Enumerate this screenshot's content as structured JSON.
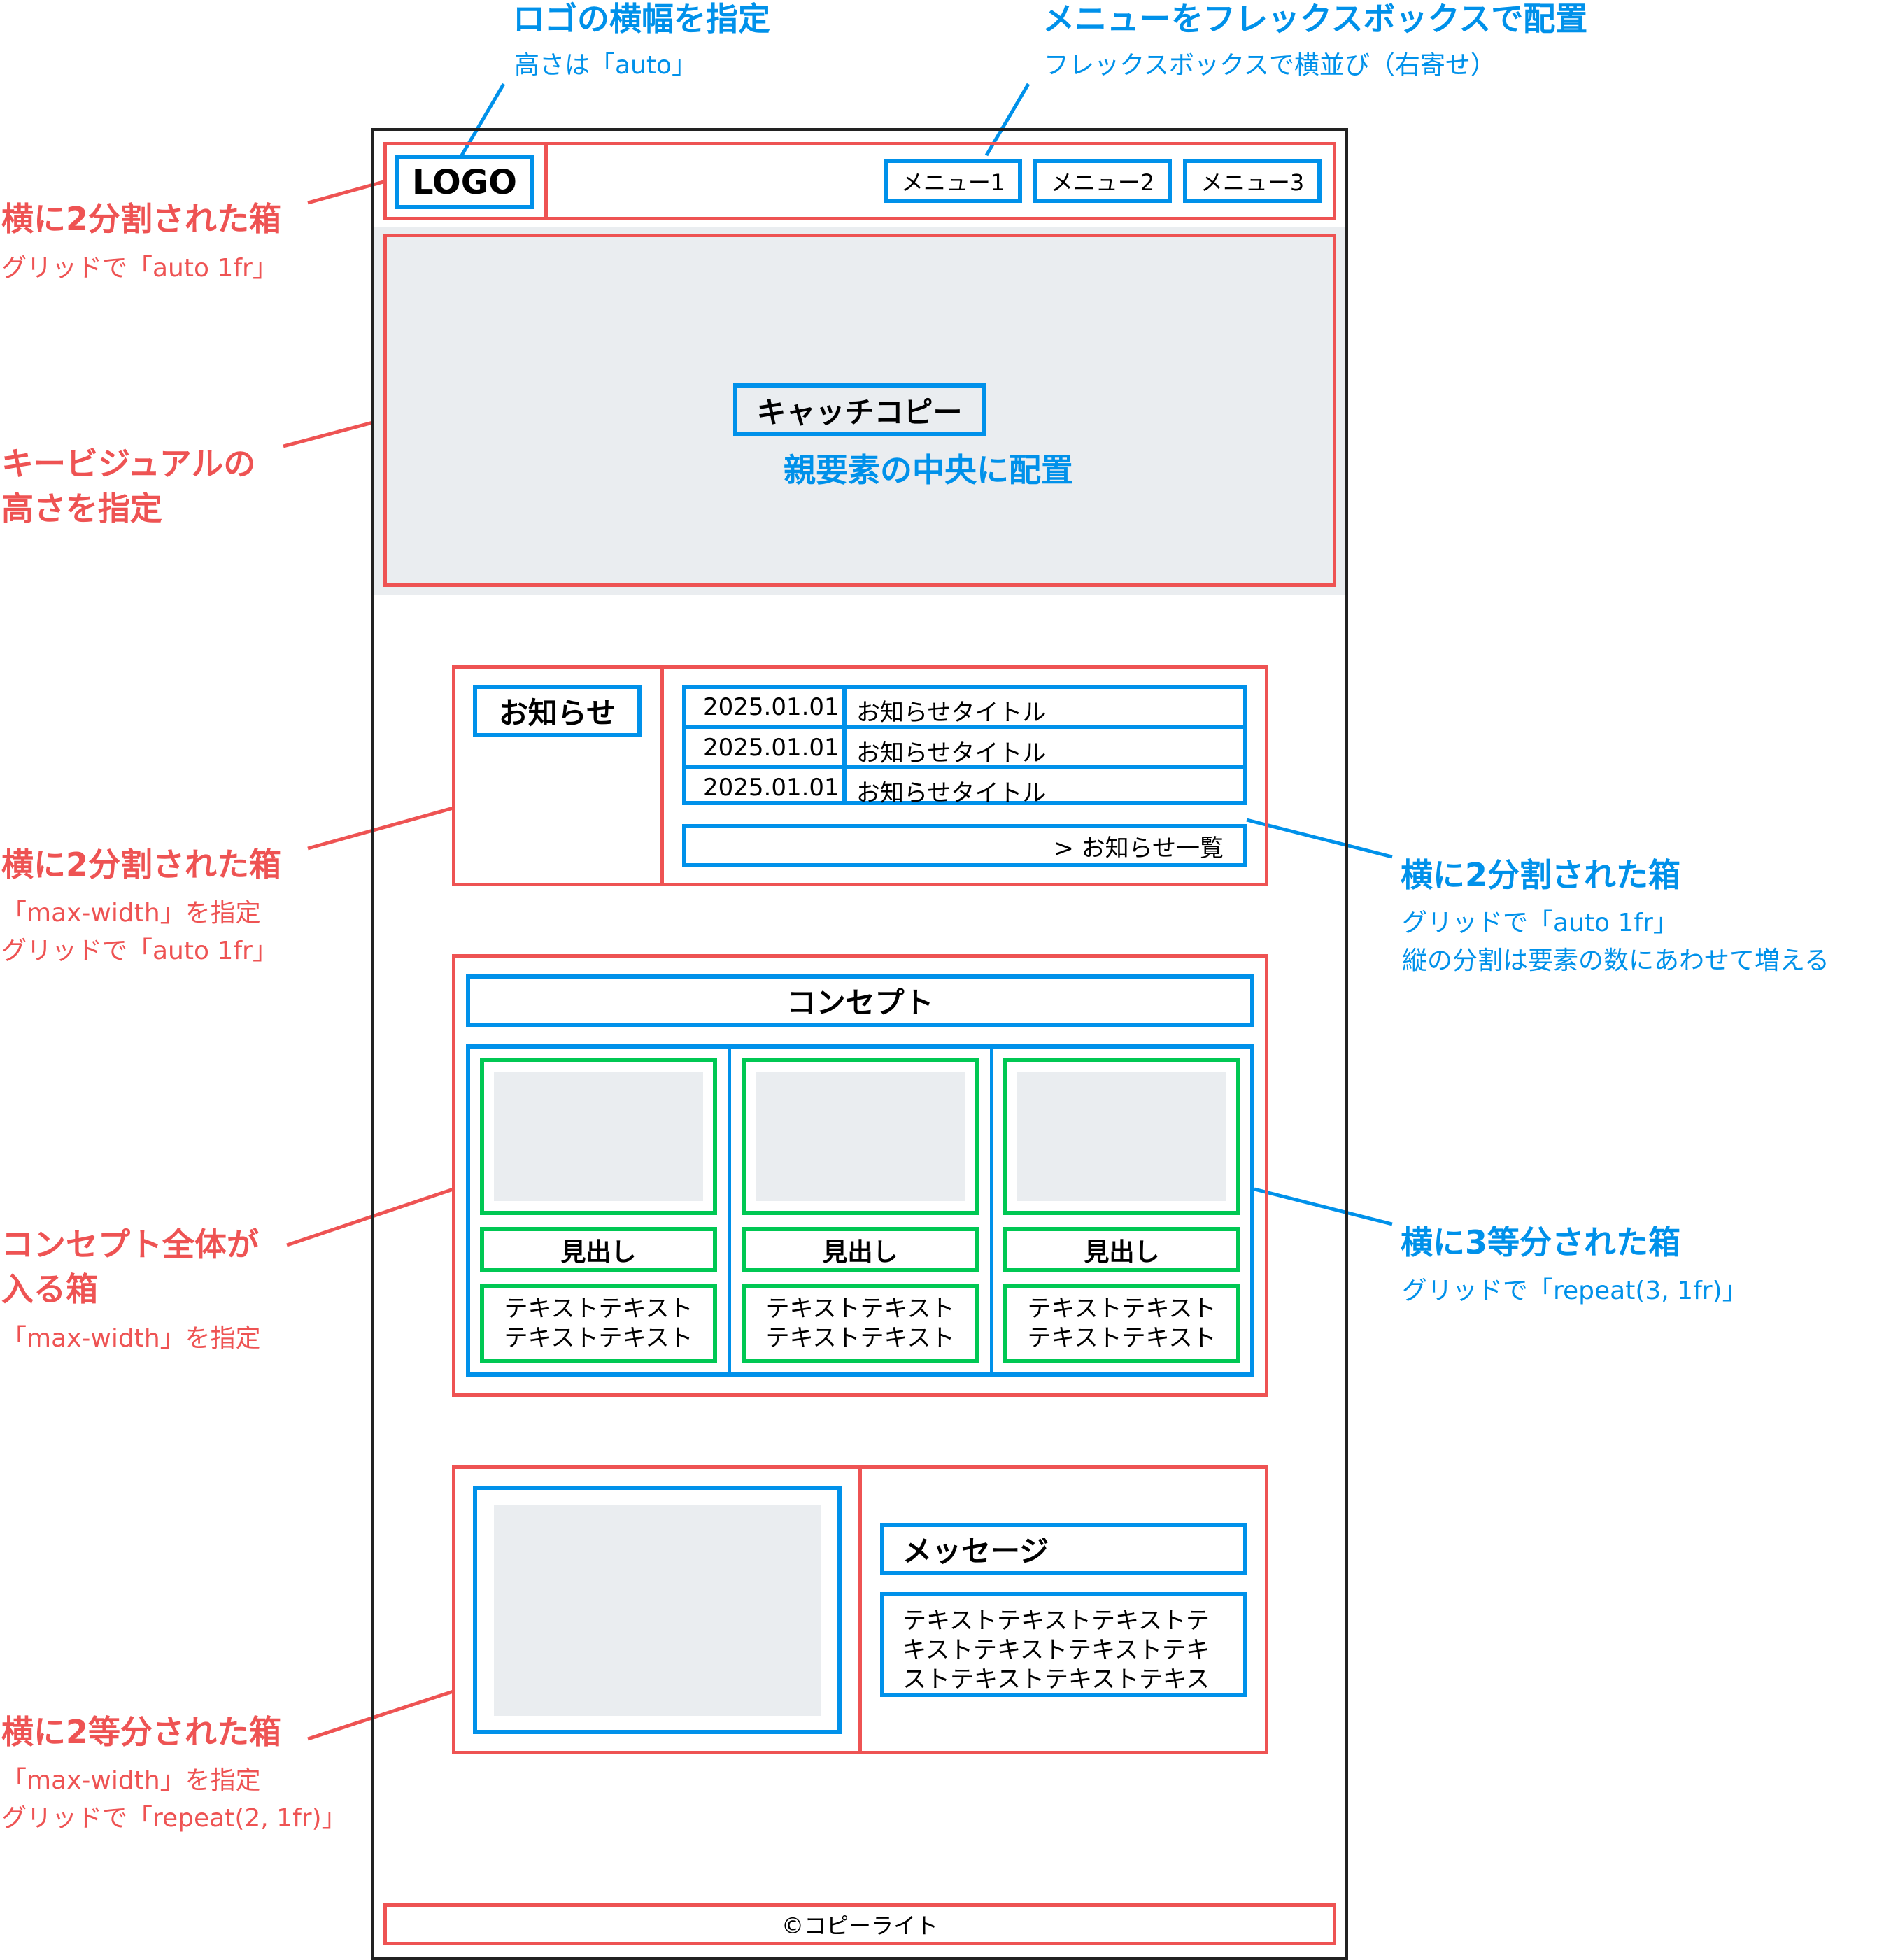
{
  "colors": {
    "outer_box": "#ee5353",
    "inner_box": "#0091ea",
    "card_box": "#00c853",
    "placeholder_fill": "#eaedf0",
    "frame": "#222222"
  },
  "wireframe": {
    "header": {
      "logo": "LOGO",
      "menu": [
        "メニュー1",
        "メニュー2",
        "メニュー3"
      ]
    },
    "key_visual": {
      "catch_copy": "キャッチコピー",
      "note": "親要素の中央に配置"
    },
    "news": {
      "heading": "お知らせ",
      "items": [
        {
          "date": "2025.01.01",
          "title": "お知らせタイトル"
        },
        {
          "date": "2025.01.01",
          "title": "お知らせタイトル"
        },
        {
          "date": "2025.01.01",
          "title": "お知らせタイトル"
        }
      ],
      "more_link": "> お知らせ一覧"
    },
    "concept": {
      "heading": "コンセプト",
      "cards": [
        {
          "heading": "見出し",
          "text_line1": "テキストテキスト",
          "text_line2": "テキストテキスト"
        },
        {
          "heading": "見出し",
          "text_line1": "テキストテキスト",
          "text_line2": "テキストテキスト"
        },
        {
          "heading": "見出し",
          "text_line1": "テキストテキスト",
          "text_line2": "テキストテキスト"
        }
      ]
    },
    "message": {
      "heading": "メッセージ",
      "text_lines": [
        "テキストテキストテキストテ",
        "キストテキストテキストテキ",
        "ストテキストテキストテキス"
      ]
    },
    "footer": {
      "copyright": "©コピーライト"
    }
  },
  "annotations": {
    "logo": {
      "title": "ロゴの横幅を指定",
      "sub": "高さは「auto」"
    },
    "menu": {
      "title": "メニューをフレックスボックスで配置",
      "sub": "フレックスボックスで横並び（右寄せ）"
    },
    "header_split": {
      "title": "横に2分割された箱",
      "sub": "グリッドで「auto 1fr」"
    },
    "key_visual": {
      "title_line1": "キービジュアルの",
      "title_line2": "高さを指定"
    },
    "news_outer": {
      "title": "横に2分割された箱",
      "sub1": "「max-width」を指定",
      "sub2": "グリッドで「auto 1fr」"
    },
    "news_inner": {
      "title": "横に2分割された箱",
      "sub1": "グリッドで「auto 1fr」",
      "sub2": "縦の分割は要素の数にあわせて増える"
    },
    "concept_outer": {
      "title_line1": "コンセプト全体が",
      "title_line2": "入る箱",
      "sub": "「max-width」を指定"
    },
    "concept_grid": {
      "title": "横に3等分された箱",
      "sub": "グリッドで「repeat(3, 1fr)」"
    },
    "message_outer": {
      "title": "横に2等分された箱",
      "sub1": "「max-width」を指定",
      "sub2": "グリッドで「repeat(2, 1fr)」"
    }
  }
}
